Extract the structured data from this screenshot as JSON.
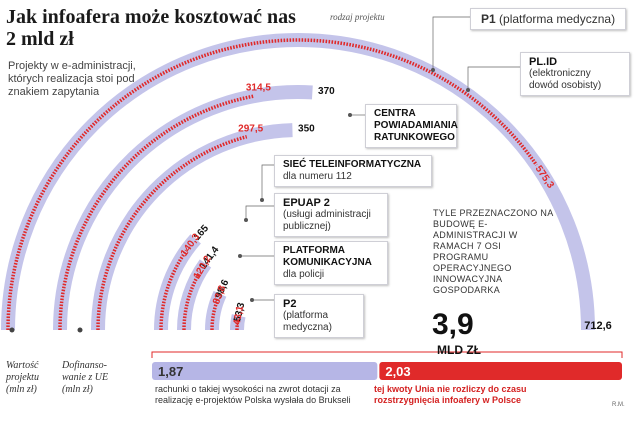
{
  "title": "Jak infoafera może kosztować nas 2 mld zł",
  "intro": "Projekty w e-administracji, których realizacja stoi pod znakiem zapytania",
  "project_type_label": "rodzaj projektu",
  "axis_labels": {
    "value": "Wartość projektu (mln zł)",
    "cofunding": "Dofinanso-wanie z UE (mln zł)"
  },
  "summary": {
    "text": "TYLE PRZEZNACZONO NA BUDOWĘ E-ADMINISTRACJI W RAMACH 7 OSI PROGRAMU OPERACYJNEGO INNOWACYJNA GOSPODARKA",
    "value": "3,9",
    "unit": "MLD ZŁ"
  },
  "bottom_bar": {
    "left_value": "1,87",
    "left_text": "rachunki o takiej wysokości na zwrot dotacji za realizację e-projektów Polska wysłała do Brukseli",
    "right_value": "2,03",
    "right_text": "tej kwoty Unia nie rozliczy do czasu rozstrzygnięcia infoafery w Polsce",
    "left_color": "#b6b6e6",
    "right_color": "#e02a2a"
  },
  "signature": "R.M.",
  "colors": {
    "project": "#c4c4ea",
    "cofunding": "#e02a2a"
  },
  "chart_data": {
    "type": "bar",
    "categories": [
      "P1 (platforma medyczna)",
      "PL.ID (elektroniczny dowód osobisty)",
      "CENTRA POWIADAMIANIA RATUNKOWEGO",
      "SIEĆ TELEINFORMATYCZNA dla numeru 112",
      "EPUAP 2 (usługi administracji publicznej)",
      "PLATFORMA KOMUNIKACYJNA dla policji",
      "P2 (platforma medyczna)"
    ],
    "project_labels": [
      {
        "name": "P1",
        "desc": "(platforma medyczna)"
      },
      {
        "name": "PL.ID",
        "desc": "(elektroniczny dowód osobisty)"
      },
      {
        "name": "CENTRA POWIADAMIANIA RATUNKOWEGO",
        "desc": ""
      },
      {
        "name": "SIEĆ TELEINFORMATYCZNA",
        "desc": "dla numeru 112"
      },
      {
        "name": "EPUAP 2",
        "desc": "(usługi administracji publicznej)"
      },
      {
        "name": "PLATFORMA KOMUNIKACYJNA",
        "desc": "dla policji"
      },
      {
        "name": "P2",
        "desc": "(platforma medyczna)"
      }
    ],
    "series": [
      {
        "name": "Wartość projektu (mln zł)",
        "values": [
          712.6,
          370,
          350,
          165,
          141.4,
          98.6,
          53.3
        ],
        "labels": [
          "712,6",
          "370",
          "350",
          "165",
          "141,4",
          "98,6",
          "53,3"
        ]
      },
      {
        "name": "Dofinansowanie z UE (mln zł)",
        "values": [
          575.3,
          314.5,
          297.5,
          140.3,
          120.2,
          83.8,
          43.1
        ],
        "labels": [
          "575,3",
          "314,5",
          "297,5",
          "140,3",
          "120,2",
          "83,8",
          "43,1"
        ]
      }
    ],
    "unit": "mln zł",
    "style": "radial semicircular bars"
  }
}
